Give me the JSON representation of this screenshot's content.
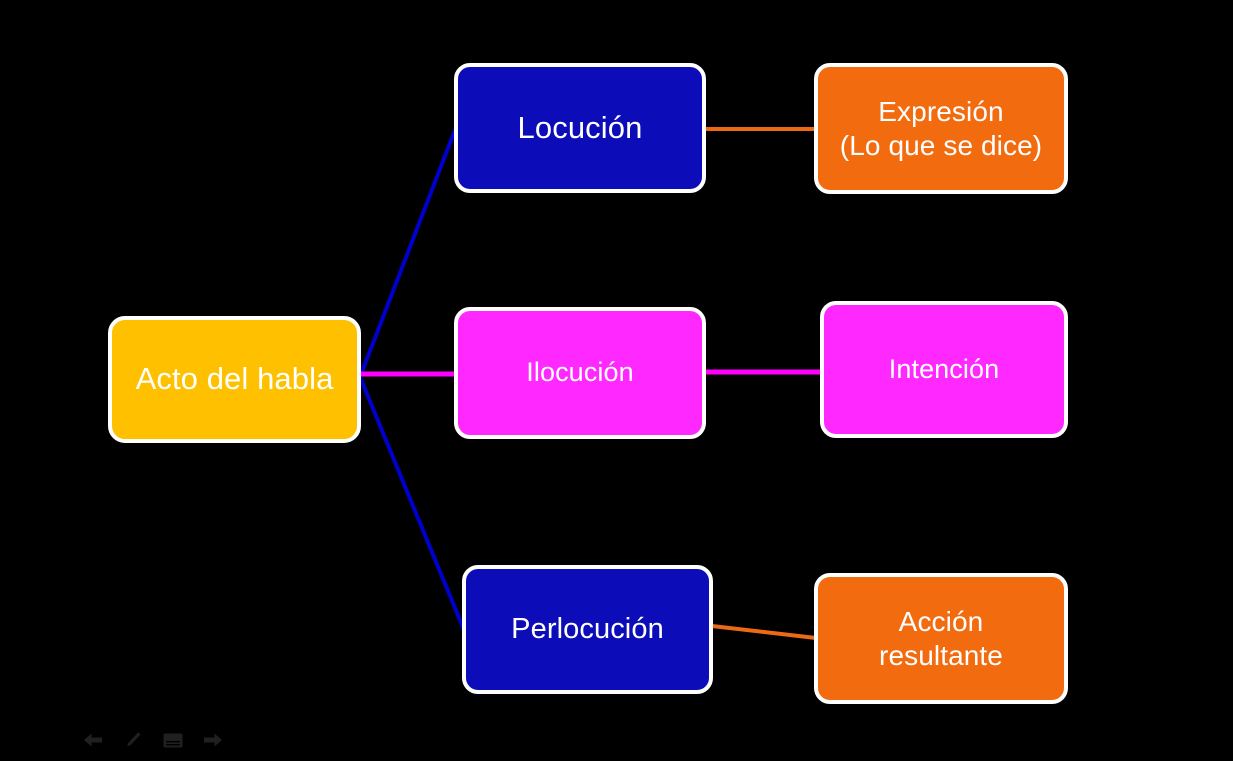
{
  "slide": {
    "background_color": "#000000",
    "title": "Acto del habla"
  },
  "nodes": {
    "acto": {
      "label": "Acto del habla",
      "fill": "#FFC000",
      "border": "#FFFFFF",
      "text_color": "#FFFFFF"
    },
    "locucion": {
      "label": "Locución",
      "fill": "#0C0CB8",
      "border": "#FFFFFF",
      "text_color": "#FFFFFF"
    },
    "expresion": {
      "label_line1": "Expresión",
      "label_line2": "(Lo que se dice)",
      "fill": "#F26B0F",
      "border": "#FFFFFF",
      "text_color": "#FFFFFF"
    },
    "ilocucion": {
      "label": "Ilocución",
      "fill": "#FF28FF",
      "border": "#FFFFFF",
      "text_color": "#FFFFFF"
    },
    "intencion": {
      "label": "Intención",
      "fill": "#FF28FF",
      "border": "#FFFFFF",
      "text_color": "#FFFFFF"
    },
    "perlocucion": {
      "label": "Perlocución",
      "fill": "#0C0CB8",
      "border": "#FFFFFF",
      "text_color": "#FFFFFF"
    },
    "accion": {
      "label_line1": "Acción",
      "label_line2": "resultante",
      "fill": "#F26B0F",
      "border": "#FFFFFF",
      "text_color": "#FFFFFF"
    }
  },
  "connectors": [
    {
      "name": "acto-to-locucion",
      "from": "acto",
      "to": "locucion",
      "color": "#0000CC",
      "style": "diagonal"
    },
    {
      "name": "acto-to-ilocucion",
      "from": "acto",
      "to": "ilocucion",
      "color": "#FF00FF",
      "style": "horizontal"
    },
    {
      "name": "acto-to-perlocucion",
      "from": "acto",
      "to": "perlocucion",
      "color": "#0000CC",
      "style": "diagonal"
    },
    {
      "name": "locucion-to-expresion",
      "from": "locucion",
      "to": "expresion",
      "color": "#ED6A14",
      "style": "horizontal"
    },
    {
      "name": "ilocucion-to-intencion",
      "from": "ilocucion",
      "to": "intencion",
      "color": "#FF00FF",
      "style": "horizontal"
    },
    {
      "name": "perlocucion-to-accion",
      "from": "perlocucion",
      "to": "accion",
      "color": "#ED6A14",
      "style": "diagonal"
    }
  ],
  "slideshow_toolbar": {
    "controls": [
      {
        "name": "previous-slide-button",
        "icon": "arrow-left-icon",
        "label": "Anterior"
      },
      {
        "name": "pen-tool-button",
        "icon": "pen-icon",
        "label": "Puntero"
      },
      {
        "name": "slide-menu-button",
        "icon": "slide-menu-icon",
        "label": "Menú"
      },
      {
        "name": "next-slide-button",
        "icon": "arrow-right-icon",
        "label": "Siguiente"
      }
    ]
  }
}
